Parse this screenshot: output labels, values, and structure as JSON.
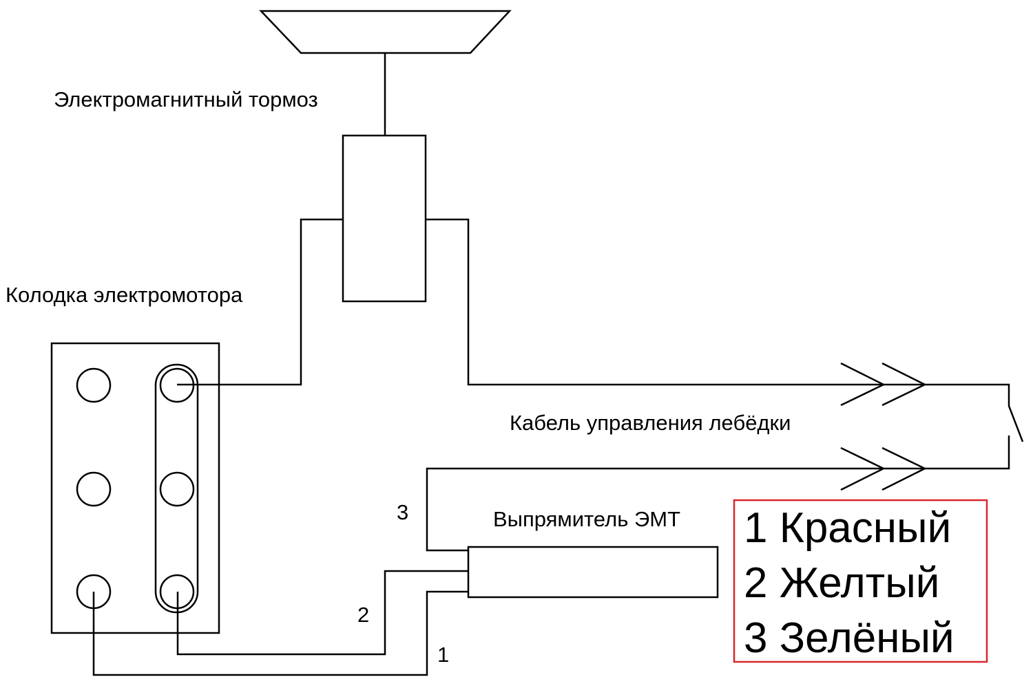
{
  "labels": {
    "brake": "Электромагнитный тормоз",
    "motor_block": "Колодка электромотора",
    "cable": "Кабель управления лебёдки",
    "rectifier": "Выпрямитель ЭМТ"
  },
  "wire_numbers": {
    "w1": "1",
    "w2": "2",
    "w3": "3"
  },
  "legend": {
    "items": [
      "1 Красный",
      "2 Желтый",
      "3 Зелёный"
    ],
    "border_color": "#d9262c"
  }
}
